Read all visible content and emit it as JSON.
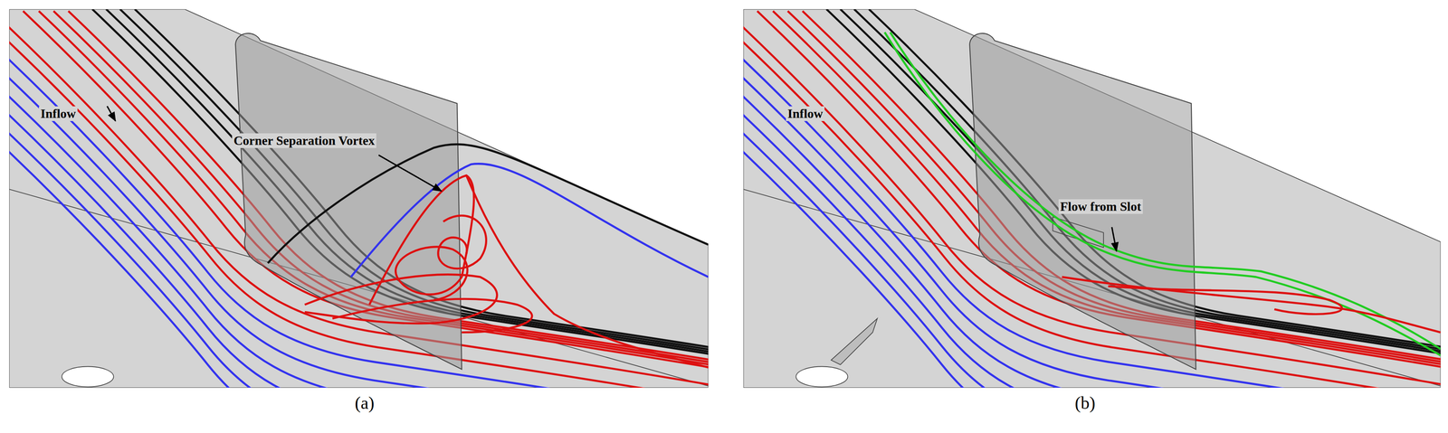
{
  "diagram": {
    "labels": [
      "Inflow",
      "Corner Separation Vortex",
      "(a)",
      "Inflow",
      "Flow from Slot",
      "(b)"
    ]
  }
}
